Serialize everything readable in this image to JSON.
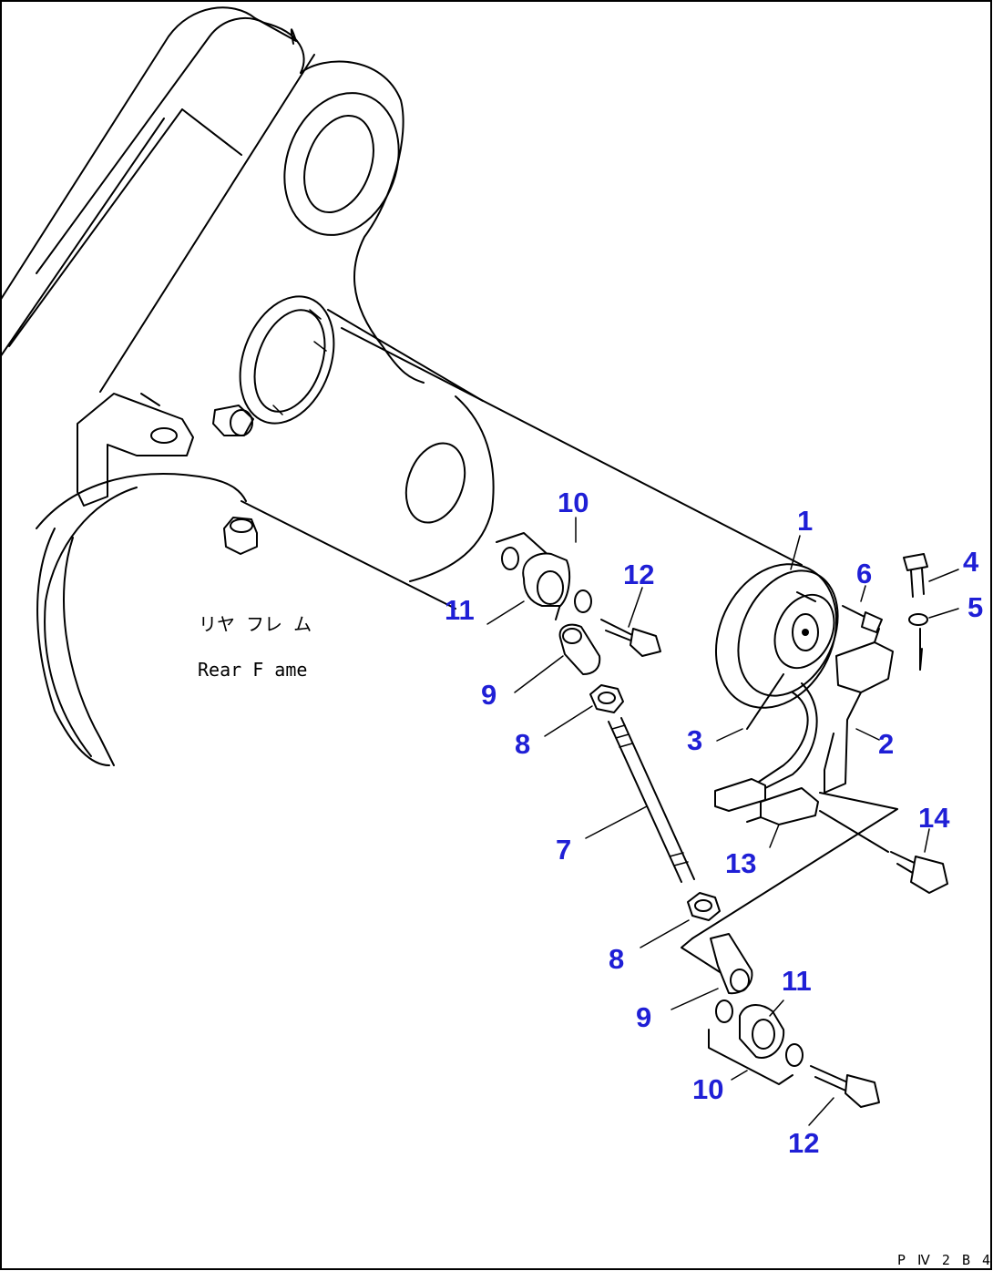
{
  "drawing": {
    "frame_label_jp": "リヤ フレ ム",
    "frame_label_en": "Rear F ame",
    "drawing_code": "P Ⅳ 2 B 4 (  )"
  },
  "callouts": {
    "c1": "1",
    "c2": "2",
    "c3": "3",
    "c4": "4",
    "c5": "5",
    "c6": "6",
    "c7": "7",
    "c8a": "8",
    "c8b": "8",
    "c9a": "9",
    "c9b": "9",
    "c10a": "10",
    "c10b": "10",
    "c11a": "11",
    "c11b": "11",
    "c12a": "12",
    "c12b": "12",
    "c13": "13",
    "c14": "14"
  },
  "colors": {
    "callout": "#1f1fd6",
    "line": "#000000",
    "background": "#ffffff"
  }
}
